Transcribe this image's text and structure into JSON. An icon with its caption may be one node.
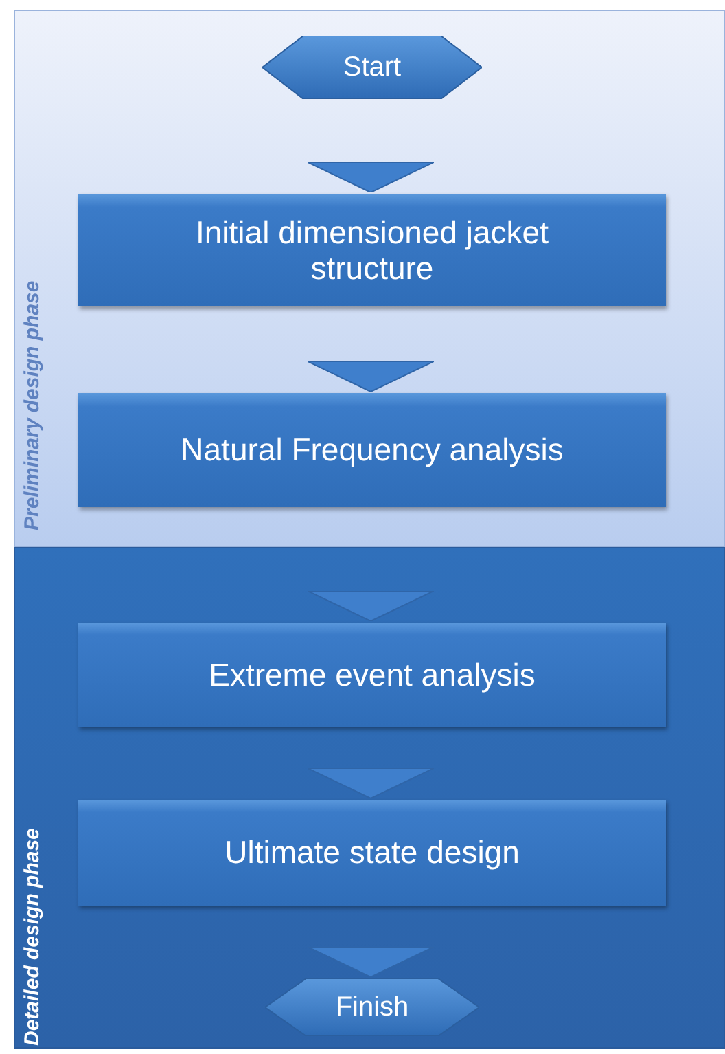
{
  "diagram": {
    "nodes": [
      {
        "text": [
          "Preliminary design phase"
        ]
      },
      {
        "text": [
          "Start"
        ],
        "in": 0
      },
      {
        "text": [
          "Initial dimensioned jacket structure"
        ],
        "in": 0
      },
      {
        "text": [
          "Natural Frequency analysis"
        ],
        "in": 0
      },
      {
        "text": [
          "Detailed design phase"
        ]
      },
      {
        "text": [
          "Extreme event analysis"
        ],
        "in": 4
      },
      {
        "text": [
          "Ultimate state design"
        ],
        "in": 4
      },
      {
        "text": [
          "Finish"
        ],
        "in": 4
      }
    ],
    "edges": [
      {
        "from": 1,
        "to": 2,
        "arrow": "to"
      },
      {
        "from": 2,
        "to": 3,
        "arrow": "to"
      },
      {
        "from": 3,
        "to": 5,
        "arrow": "to"
      },
      {
        "from": 5,
        "to": 6,
        "arrow": "to"
      },
      {
        "from": 6,
        "to": 7,
        "arrow": "to"
      }
    ]
  }
}
